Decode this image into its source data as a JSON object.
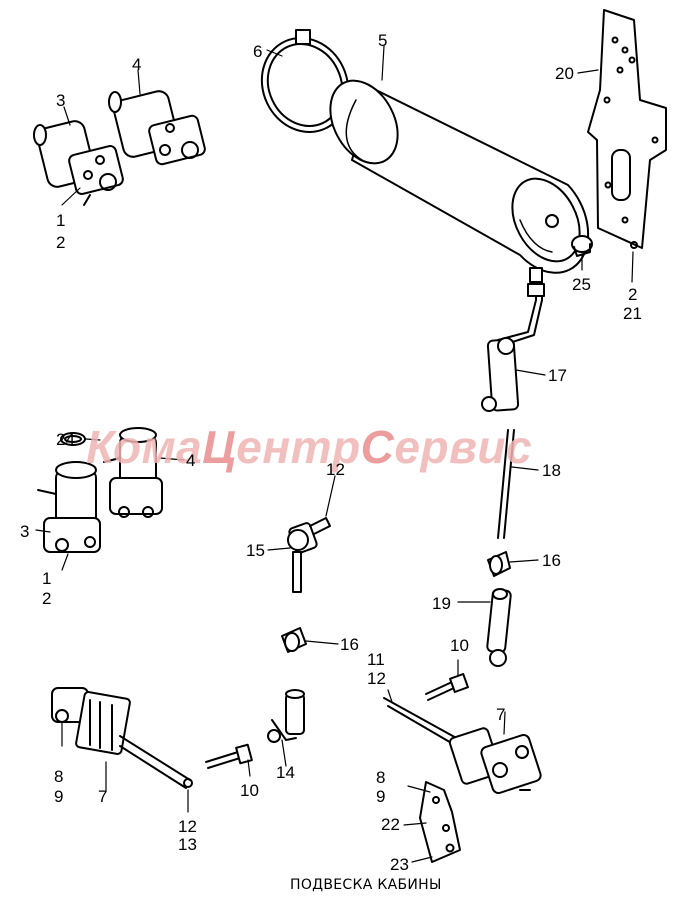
{
  "caption": "ПОДВЕСКА КАБИНЫ",
  "watermark": {
    "part1": "Кома",
    "part2": "Ц",
    "part3": "ентр",
    "part4": "С",
    "part5": "ервис"
  },
  "callouts": {
    "c1a": "1",
    "c2a": "2",
    "c3a": "3",
    "c4a": "4",
    "c5": "5",
    "c6": "6",
    "c20": "20",
    "c25": "25",
    "c2b": "2",
    "c21": "21",
    "c17": "17",
    "c24": "24",
    "c4b": "4",
    "c18": "18",
    "c12a": "12",
    "c15": "15",
    "c3b": "3",
    "c1b": "1",
    "c2c": "2",
    "c16a": "16",
    "c19": "19",
    "c16b": "16",
    "c10a": "10",
    "c11": "11",
    "c12b": "12",
    "c7a": "7",
    "c8a": "8",
    "c9a": "9",
    "c7b": "7",
    "c10b": "10",
    "c14": "14",
    "c12c": "12",
    "c13": "13",
    "c8b": "8",
    "c9b": "9",
    "c22": "22",
    "c23": "23"
  }
}
